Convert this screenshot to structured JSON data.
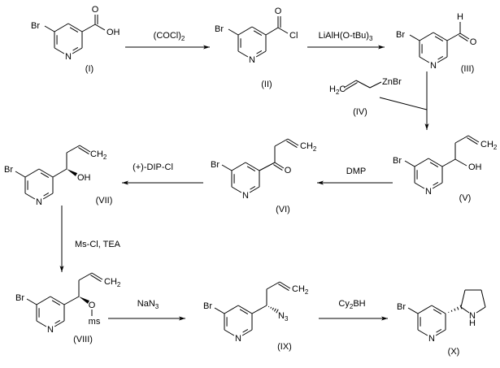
{
  "scheme": {
    "compounds": [
      {
        "id": "I",
        "label": "(I)",
        "atoms": {
          "br": "Br",
          "n": "N",
          "o": "O",
          "oh": "OH"
        }
      },
      {
        "id": "II",
        "label": "(II)",
        "atoms": {
          "br": "Br",
          "n": "N",
          "o": "O",
          "cl": "Cl"
        }
      },
      {
        "id": "III",
        "label": "(III)",
        "atoms": {
          "br": "Br",
          "n": "N",
          "o": "O",
          "h": "H"
        }
      },
      {
        "id": "IV",
        "label": "(IV)",
        "atoms": {
          "h2c": "H",
          "h2c_sub": "2",
          "h2c_c": "C",
          "znbr": "ZnBr"
        }
      },
      {
        "id": "V",
        "label": "(V)",
        "atoms": {
          "br": "Br",
          "n": "N",
          "oh": "OH",
          "ch2": "CH",
          "ch2_sub": "2"
        }
      },
      {
        "id": "VI",
        "label": "(VI)",
        "atoms": {
          "br": "Br",
          "n": "N",
          "o": "O",
          "ch2": "CH",
          "ch2_sub": "2"
        }
      },
      {
        "id": "VII",
        "label": "(VII)",
        "atoms": {
          "br": "Br",
          "n": "N",
          "oh": "OH",
          "ch2": "CH",
          "ch2_sub": "2"
        }
      },
      {
        "id": "VIII",
        "label": "(VIII)",
        "atoms": {
          "br": "Br",
          "n": "N",
          "o": "O",
          "ms": "ms",
          "ch2": "CH",
          "ch2_sub": "2"
        }
      },
      {
        "id": "IX",
        "label": "(IX)",
        "atoms": {
          "br": "Br",
          "n": "N",
          "n3": "N",
          "n3_sub": "3",
          "ch2": "CH",
          "ch2_sub": "2"
        }
      },
      {
        "id": "X",
        "label": "(X)",
        "atoms": {
          "br": "Br",
          "n": "N",
          "nh_n": "N",
          "nh_h": "H"
        }
      }
    ],
    "reagents": {
      "step1": {
        "main": "(COCl)",
        "sub": "2"
      },
      "step2": {
        "main": "LiAlH(O-tBu)",
        "sub": "3"
      },
      "step4": {
        "main": "DMP"
      },
      "step5": {
        "main": "(+)-DIP-Cl"
      },
      "step6": {
        "main": "Ms-Cl, TEA"
      },
      "step7": {
        "main": "NaN",
        "sub": "3"
      },
      "step8": {
        "main": "Cy",
        "sub": "2",
        "tail": "BH"
      }
    }
  }
}
